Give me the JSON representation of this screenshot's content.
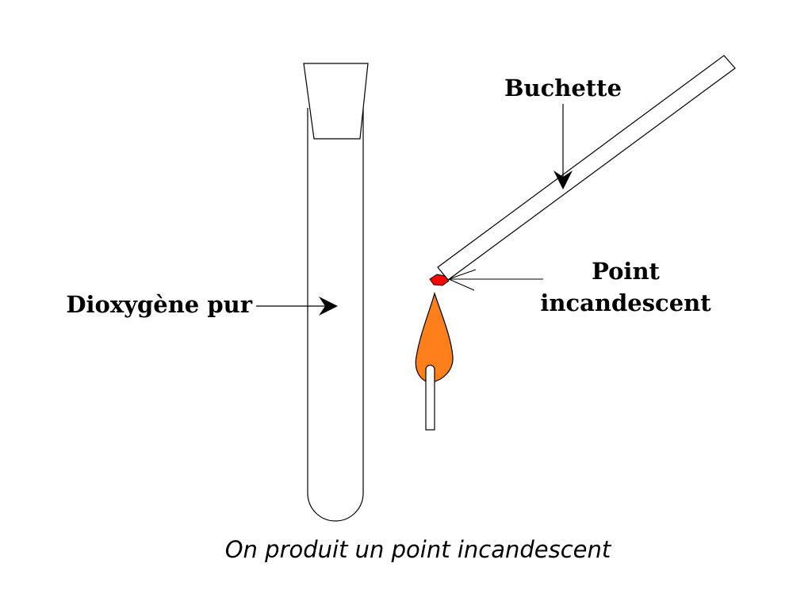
{
  "labels": {
    "buchette": "Buchette",
    "point_line1": "Point",
    "point_line2": "incandescent",
    "dioxygene": "Dioxygène pur",
    "caption": "On produit un point incandescent"
  },
  "colors": {
    "stroke": "#000000",
    "flame": "#ff7f1a",
    "ember": "#ff0000",
    "background": "#ffffff"
  }
}
